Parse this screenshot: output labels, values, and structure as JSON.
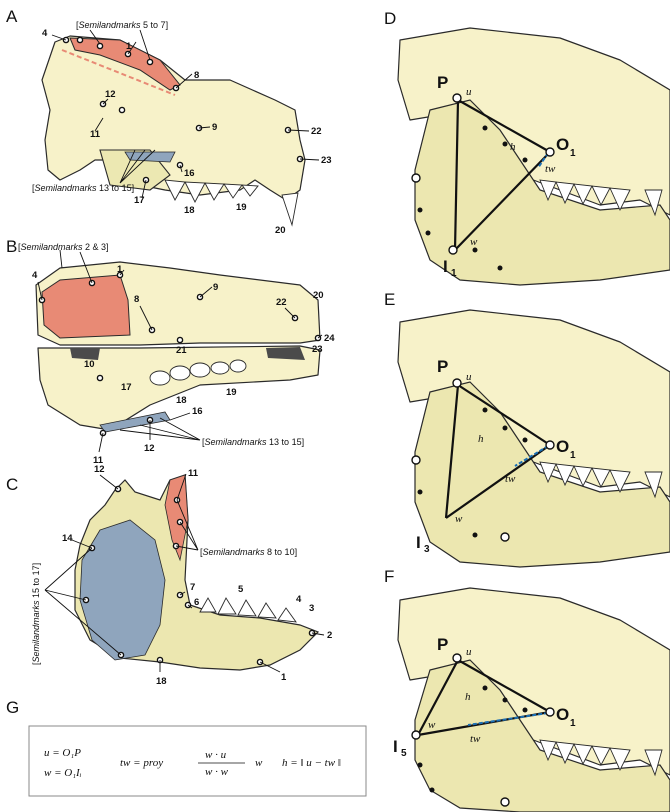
{
  "panels": {
    "A": {
      "letter": "A",
      "landmarks": [
        "4",
        "1",
        "8",
        "12",
        "11",
        "9",
        "16",
        "17",
        "18",
        "19",
        "20",
        "22",
        "23"
      ],
      "semilandmark_top": {
        "prefix": "[",
        "italic": "Semilandmarks",
        "rest": " 5 to 7]"
      },
      "semilandmark_bottom": {
        "prefix": "[",
        "italic": "Semilandmarks",
        "rest": " 13 to 15]"
      }
    },
    "B": {
      "letter": "B",
      "landmarks": [
        "4",
        "1",
        "8",
        "9",
        "22",
        "20",
        "24",
        "23",
        "21",
        "10",
        "17",
        "18",
        "19",
        "16",
        "11",
        "12"
      ],
      "semilandmark_top": {
        "prefix": "[",
        "italic": "Semilandmarks",
        "rest": " 2 & 3]"
      },
      "semilandmark_bottom": {
        "prefix": "[",
        "italic": "Semilandmarks",
        "rest": " 13 to 15]"
      }
    },
    "C": {
      "letter": "C",
      "landmarks": [
        "12",
        "11",
        "14",
        "7",
        "6",
        "5",
        "4",
        "3",
        "2",
        "1",
        "18"
      ],
      "semilandmark_right": {
        "prefix": "[",
        "italic": "Semilandmarks",
        "rest": " 8 to 10]"
      },
      "semilandmark_left": {
        "prefix": "[",
        "italic": "Semilandmarks",
        "rest": " 15 to 17]"
      }
    },
    "D": {
      "letter": "D",
      "P": "P",
      "O": "O",
      "O_sub": "1",
      "I": "I",
      "I_sub": "1",
      "u": "u",
      "h": "h",
      "tw": "tw",
      "w": "w"
    },
    "E": {
      "letter": "E",
      "P": "P",
      "O": "O",
      "O_sub": "1",
      "I": "I",
      "I_sub": "3",
      "u": "u",
      "h": "h",
      "tw": "tw",
      "w": "w"
    },
    "F": {
      "letter": "F",
      "P": "P",
      "O": "O",
      "O_sub": "1",
      "I": "I",
      "I_sub": "5",
      "u": "u",
      "h": "h",
      "tw": "tw",
      "w": "w"
    },
    "G": {
      "letter": "G"
    }
  },
  "formula": {
    "u_def": "u = O₁P",
    "w_def": "w = O₁Iᵢ",
    "tw_def": "tw = proy",
    "tw_frac": "w · u",
    "tw_den": "w · w",
    "h_def": "h = ‖ u − tw ‖"
  },
  "colors": {
    "bone": "#f7f2c9",
    "mandible": "#ece7b0",
    "red_region": "#e88a75",
    "blue_region": "#8fa5bd",
    "projection_arrow": "#1a6fb5"
  }
}
